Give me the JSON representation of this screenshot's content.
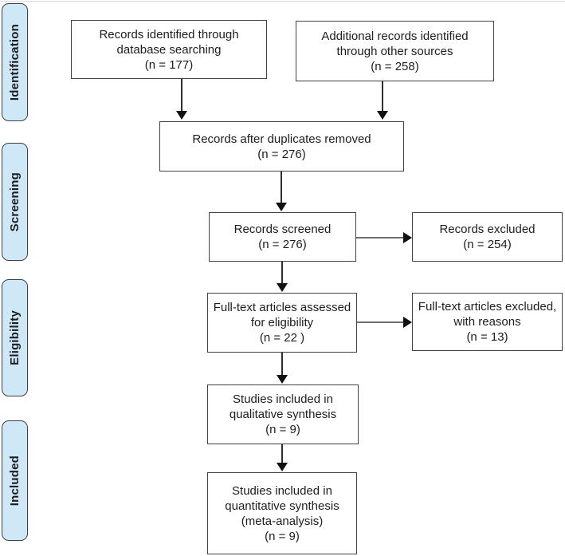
{
  "colors": {
    "stage_fill": "#cfe8f8",
    "stage_border": "#404040",
    "box_border": "#424242",
    "arrow_dark": "#2e2e2e",
    "arrow_gray": "#6f6f6f",
    "arrowhead": "#111111",
    "text": "#1d1d1d",
    "top_rule": "#d9d9d9"
  },
  "stages": [
    {
      "label": "Identification"
    },
    {
      "label": "Screening"
    },
    {
      "label": "Eligibility"
    },
    {
      "label": "Included"
    }
  ],
  "boxes": {
    "db_search": {
      "lines": [
        "Records identified through",
        "database searching",
        "(n = 177)"
      ]
    },
    "other_sources": {
      "lines": [
        "Additional records identified",
        "through other sources",
        "(n = 258)"
      ]
    },
    "duplicates_removed": {
      "lines": [
        "Records after duplicates removed",
        "(n = 276)"
      ]
    },
    "screened": {
      "lines": [
        "Records screened",
        "(n = 276)"
      ]
    },
    "excluded": {
      "lines": [
        "Records excluded",
        "(n = 254)"
      ]
    },
    "fulltext_assessed": {
      "lines": [
        "Full-text articles assessed",
        "for eligibility",
        "(n = 22 )"
      ]
    },
    "fulltext_excluded": {
      "lines": [
        "Full-text articles excluded,",
        "with reasons",
        "(n = 13)"
      ]
    },
    "qualitative": {
      "lines": [
        "Studies included in",
        "qualitative synthesis",
        "(n = 9)"
      ]
    },
    "quantitative": {
      "lines": [
        "Studies included in",
        "quantitative synthesis",
        "(meta-analysis)",
        "(n = 9)"
      ]
    }
  }
}
